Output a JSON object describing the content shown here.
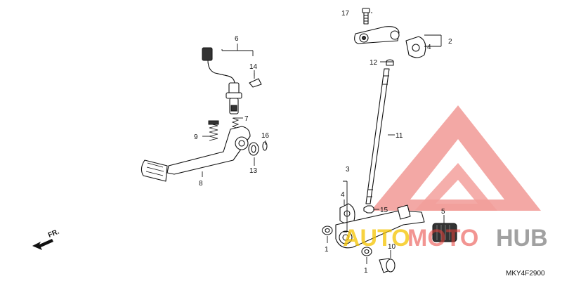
{
  "diagram": {
    "code": "MKY4F2900",
    "fr_label": "FR.",
    "callouts": [
      {
        "id": "c1a",
        "num": "1"
      },
      {
        "id": "c1b",
        "num": "1"
      },
      {
        "id": "c2",
        "num": "2"
      },
      {
        "id": "c3",
        "num": "3"
      },
      {
        "id": "c4a",
        "num": "4"
      },
      {
        "id": "c4b",
        "num": "4"
      },
      {
        "id": "c5",
        "num": "5"
      },
      {
        "id": "c6",
        "num": "6"
      },
      {
        "id": "c7",
        "num": "7"
      },
      {
        "id": "c8",
        "num": "8"
      },
      {
        "id": "c9",
        "num": "9"
      },
      {
        "id": "c10",
        "num": "10"
      },
      {
        "id": "c11",
        "num": "11"
      },
      {
        "id": "c12",
        "num": "12"
      },
      {
        "id": "c13",
        "num": "13"
      },
      {
        "id": "c14",
        "num": "14"
      },
      {
        "id": "c15",
        "num": "15"
      },
      {
        "id": "c16",
        "num": "16"
      },
      {
        "id": "c17",
        "num": "17"
      }
    ]
  },
  "watermark": {
    "part1": "AUTO",
    "part2": "MOTO",
    "part3": "HUB",
    "colors": {
      "red": "#e8403a",
      "gray": "#8a8a8a",
      "yellow": "#f5c400"
    }
  }
}
